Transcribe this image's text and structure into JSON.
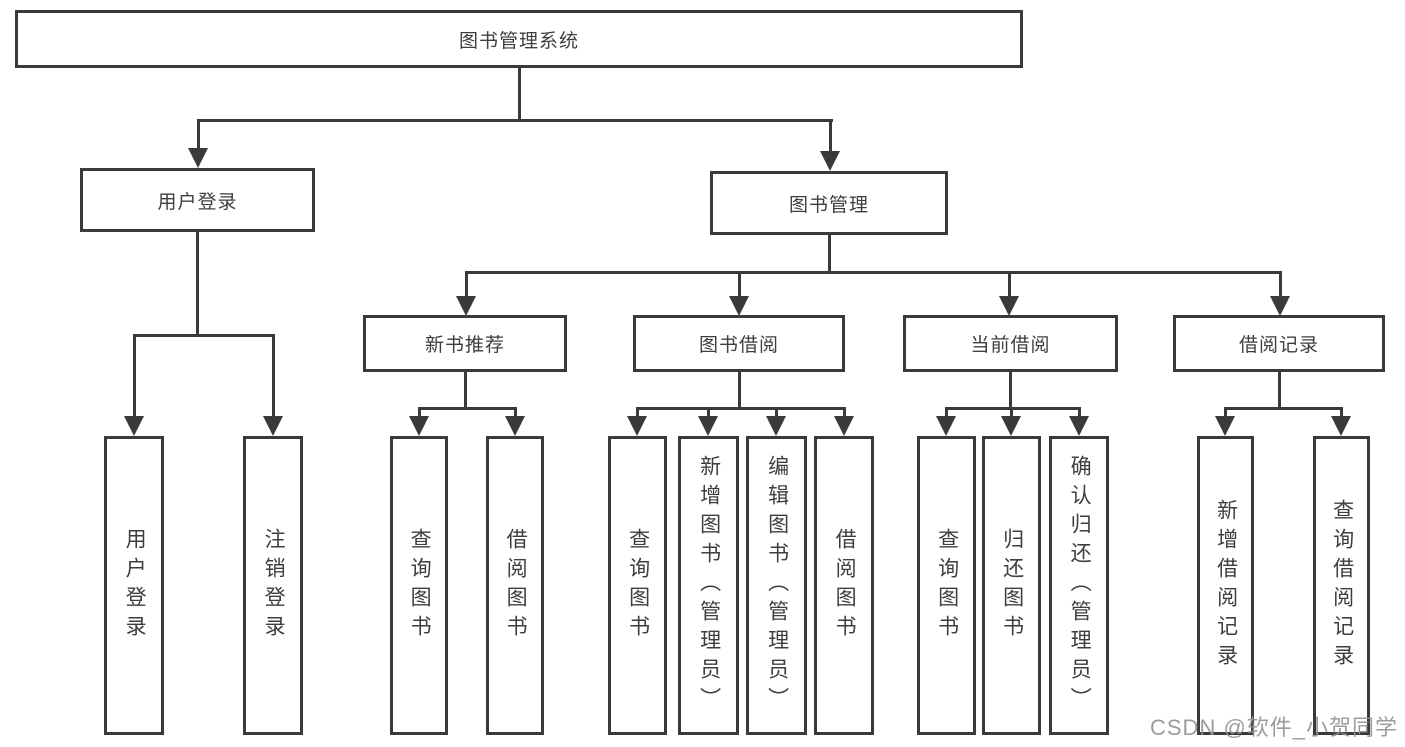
{
  "colors": {
    "background": "#ffffff",
    "line": "#3a3a3a",
    "text": "#3e3e3e",
    "watermark_text": "#949494"
  },
  "watermark": {
    "text": "CSDN @软件_小贺同学"
  },
  "tree": {
    "label": "图书管理系统",
    "children": [
      {
        "label": "用户登录",
        "children": [
          {
            "label": "用户登录"
          },
          {
            "label": "注销登录"
          }
        ]
      },
      {
        "label": "图书管理",
        "children": [
          {
            "label": "新书推荐",
            "children": [
              {
                "label": "查询图书"
              },
              {
                "label": "借阅图书"
              }
            ]
          },
          {
            "label": "图书借阅",
            "children": [
              {
                "label": "查询图书"
              },
              {
                "label": "新增图书（管理员）"
              },
              {
                "label": "编辑图书（管理员）"
              },
              {
                "label": "借阅图书"
              }
            ]
          },
          {
            "label": "当前借阅",
            "children": [
              {
                "label": "查询图书"
              },
              {
                "label": "归还图书"
              },
              {
                "label": "确认归还（管理员）"
              }
            ]
          },
          {
            "label": "借阅记录",
            "children": [
              {
                "label": "新增借阅记录"
              },
              {
                "label": "查询借阅记录"
              }
            ]
          }
        ]
      }
    ]
  }
}
